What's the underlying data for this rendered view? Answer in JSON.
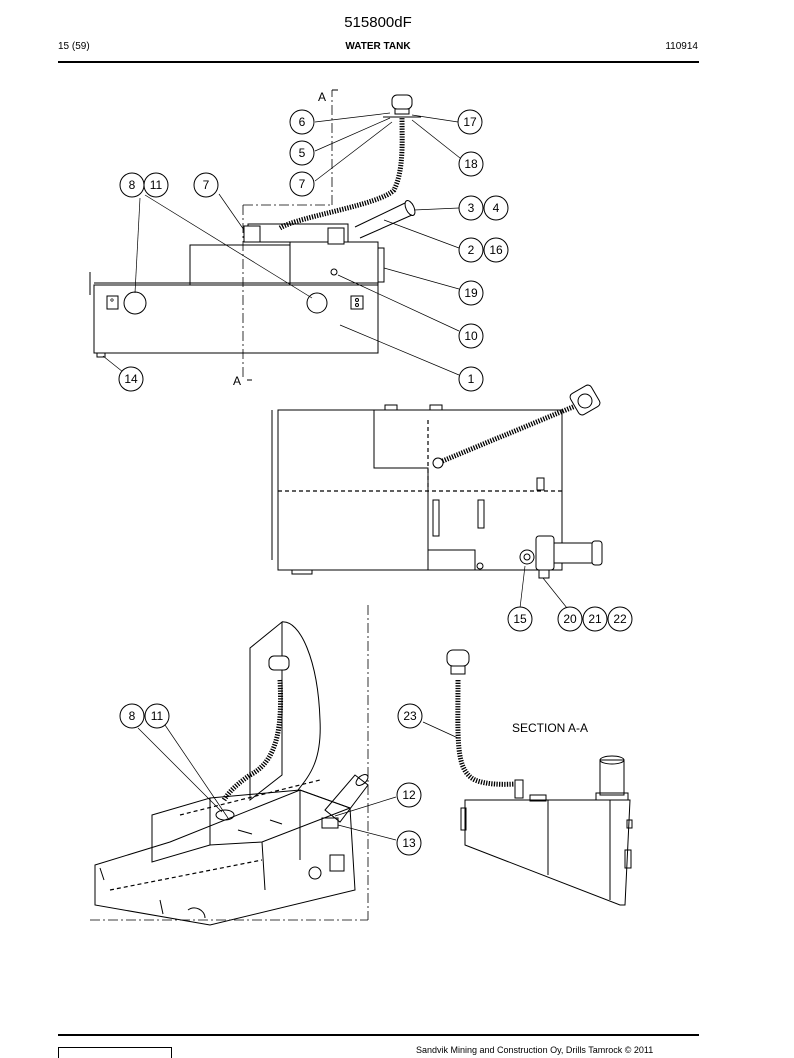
{
  "header": {
    "doc_number": "515800dF",
    "page_ref": "15 (59)",
    "title": "WATER TANK",
    "date_code": "110914"
  },
  "drawing": {
    "section_label": "SECTION  A-A",
    "cut_labels": [
      "A",
      "A"
    ],
    "callouts": [
      "1",
      "2",
      "3",
      "4",
      "5",
      "6",
      "7",
      "8",
      "10",
      "11",
      "12",
      "13",
      "14",
      "15",
      "16",
      "17",
      "18",
      "19",
      "20",
      "21",
      "22",
      "23"
    ]
  },
  "footer": {
    "copyright": "Sandvik Mining and Construction Oy, Drills Tamrock © 2011"
  }
}
